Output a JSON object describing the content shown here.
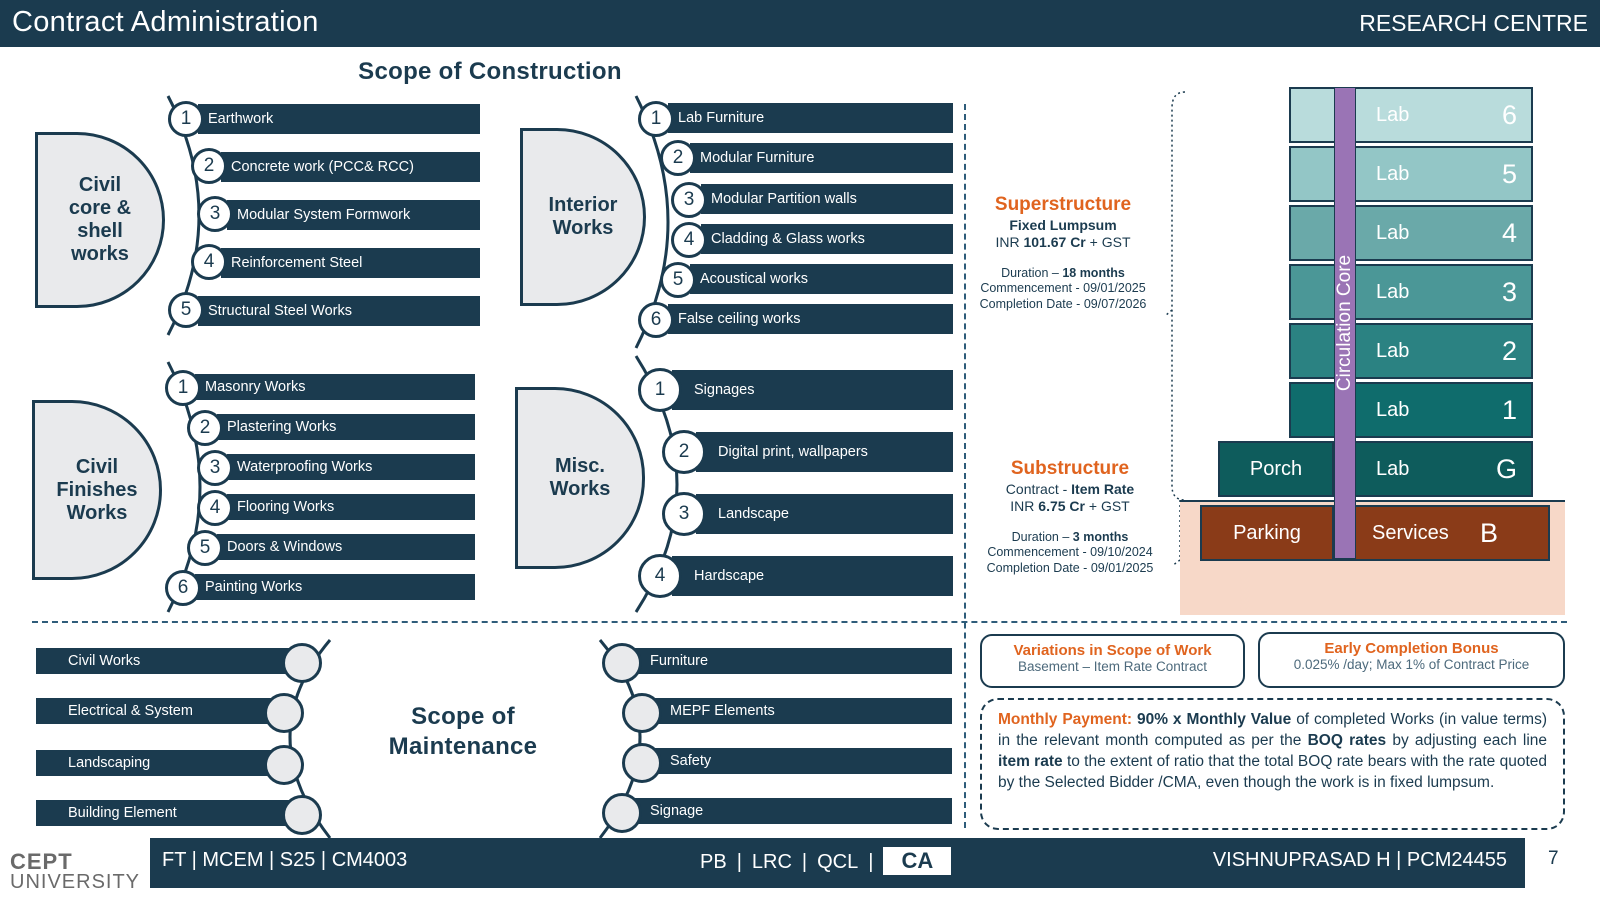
{
  "header": {
    "title": "Contract Administration",
    "right": "RESEARCH CENTRE"
  },
  "construction": {
    "title": "Scope of Construction",
    "groups": [
      {
        "label": "Civil\ncore &\nshell\nworks",
        "items": [
          "Earthwork",
          "Concrete work (PCC& RCC)",
          "Modular System Formwork",
          "Reinforcement Steel",
          "Structural Steel Works"
        ]
      },
      {
        "label": "Interior\nWorks",
        "items": [
          "Lab Furniture",
          "Modular Furniture",
          "Modular Partition walls",
          "Cladding & Glass works",
          "Acoustical works",
          "False ceiling works"
        ]
      },
      {
        "label": "Civil\nFinishes\nWorks",
        "items": [
          "Masonry Works",
          "Plastering Works",
          "Waterproofing Works",
          "Flooring Works",
          "Doors & Windows",
          "Painting Works"
        ]
      },
      {
        "label": "Misc.\nWorks",
        "items": [
          "Signages",
          "Digital print, wallpapers",
          "Landscape",
          "Hardscape"
        ]
      }
    ],
    "numbers": [
      "1",
      "2",
      "3",
      "4",
      "5",
      "6"
    ]
  },
  "contracts": {
    "super": {
      "head": "Superstructure",
      "type_label": "Fixed Lumpsum",
      "price_prefix": "INR ",
      "price": "101.67 Cr",
      "price_suffix": " + GST",
      "duration_label": "Duration – ",
      "duration": "18 months",
      "commencement": "Commencement - 09/01/2025",
      "completion": "Completion Date - 09/07/2026"
    },
    "sub": {
      "head": "Substructure",
      "type_prefix": "Contract - ",
      "type_label": "Item Rate",
      "price_prefix": "INR ",
      "price": "6.75 Cr",
      "price_suffix": " + GST",
      "duration_label": "Duration – ",
      "duration": "3 months",
      "commencement": "Commencement - 09/10/2024",
      "completion": "Completion Date - 09/01/2025"
    }
  },
  "building": {
    "core_label": "Circulation Core",
    "floors": [
      {
        "name": "Lab",
        "level": "6",
        "color": "#b9dcdc"
      },
      {
        "name": "Lab",
        "level": "5",
        "color": "#93c6c6"
      },
      {
        "name": "Lab",
        "level": "4",
        "color": "#6aa9a9"
      },
      {
        "name": "Lab",
        "level": "3",
        "color": "#4b9797"
      },
      {
        "name": "Lab",
        "level": "2",
        "color": "#2b8282"
      },
      {
        "name": "Lab",
        "level": "1",
        "color": "#0f6c6c"
      },
      {
        "name": "Lab",
        "level": "G",
        "color": "#0e5c5c",
        "extra": "Porch"
      },
      {
        "name": "Services",
        "level": "B",
        "color": "#8a3b18",
        "extra": "Parking"
      }
    ],
    "core_color": "#9a74b5",
    "basement_bg": "#f7d8c8"
  },
  "maintenance": {
    "title": "Scope of\nMaintenance",
    "left": [
      "Civil Works",
      "Electrical & System",
      "Landscaping",
      "Building Element"
    ],
    "right": [
      "Furniture",
      "MEPF Elements",
      "Safety",
      "Signage"
    ]
  },
  "variations": {
    "head": "Variations in Scope of Work",
    "prefix": "Basement – ",
    "text": "Item Rate Contract"
  },
  "bonus": {
    "head": "Early Completion Bonus",
    "text": "0.025% /day; Max 1% of Contract Price"
  },
  "payment": {
    "head": "Monthly Payment: ",
    "bold1": "90% x Monthly Value",
    "t1": " of completed Works (in value terms) in the relevant month computed as per the ",
    "bold2": "BOQ rates",
    "t2": " by adjusting each line ",
    "bold3": "item rate",
    "t3": " to the extent of ratio that the total BOQ rate bears with the rate quoted by the Selected Bidder /CMA, even though the work is in fixed lumpsum."
  },
  "footer": {
    "logo_top": "CEPT",
    "logo_bottom": "UNIVERSITY",
    "left": "FT | MCEM | S25 | CM4003",
    "center_items": [
      "PB",
      "|",
      "LRC",
      "|",
      "QCL",
      "|"
    ],
    "active": "CA",
    "right": "VISHNUPRASAD H | PCM24455",
    "page": "7"
  }
}
